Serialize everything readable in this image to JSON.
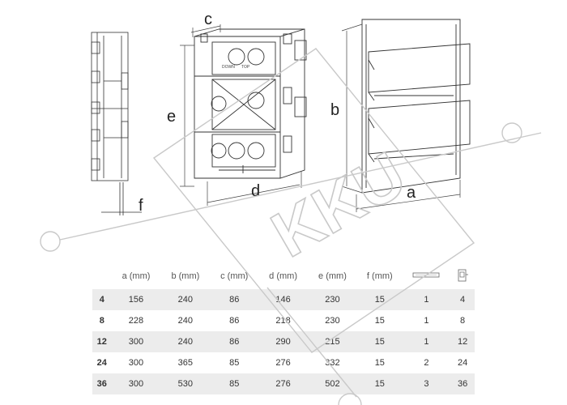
{
  "dimension_labels": {
    "a": "a",
    "b": "b",
    "c": "c",
    "d": "d",
    "e": "e",
    "f": "f"
  },
  "enclosure_marks": {
    "arrow_text": "TOP",
    "side_text": "DOWN"
  },
  "watermark": {
    "text": "KKU",
    "color": "#c9c9c9"
  },
  "table": {
    "headers": [
      "",
      "a (mm)",
      "b (mm)",
      "c (mm)",
      "d (mm)",
      "e (mm)",
      "f (mm)",
      "rail-icon",
      "module-icon"
    ],
    "rows": [
      [
        "4",
        "156",
        "240",
        "86",
        "146",
        "230",
        "15",
        "1",
        "4"
      ],
      [
        "8",
        "228",
        "240",
        "86",
        "218",
        "230",
        "15",
        "1",
        "8"
      ],
      [
        "12",
        "300",
        "240",
        "86",
        "290",
        "215",
        "15",
        "1",
        "12"
      ],
      [
        "24",
        "300",
        "365",
        "85",
        "276",
        "332",
        "15",
        "2",
        "24"
      ],
      [
        "36",
        "300",
        "530",
        "85",
        "276",
        "502",
        "15",
        "3",
        "36"
      ]
    ]
  },
  "colors": {
    "line": "#333333",
    "shade": "#ececec",
    "dim": "#444444"
  }
}
